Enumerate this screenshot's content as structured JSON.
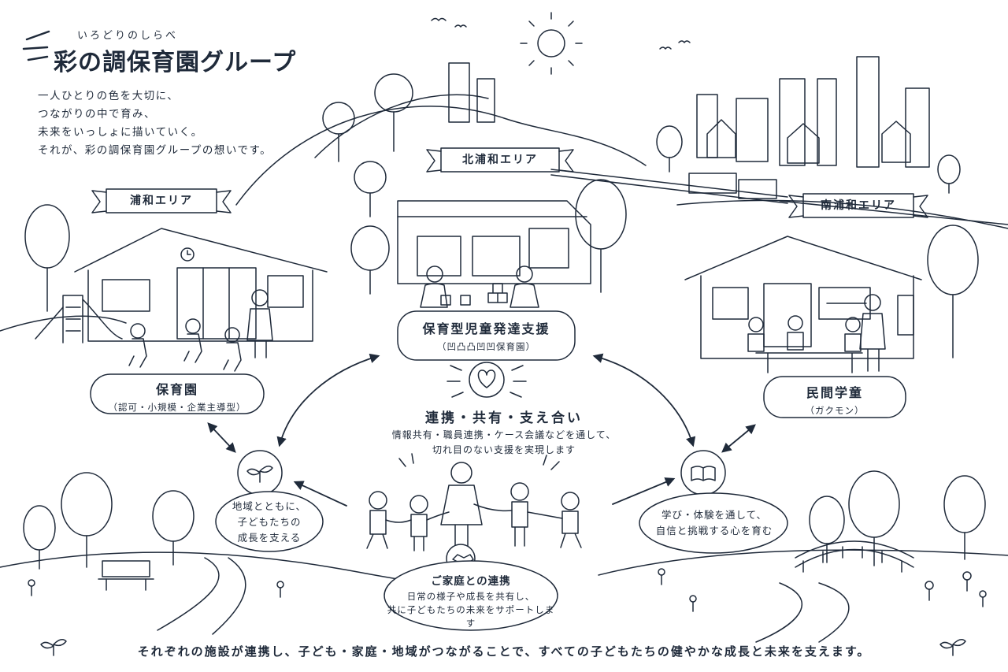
{
  "header": {
    "ruby": "いろどりのしらべ",
    "title": "彩の調保育園グループ",
    "tagline": [
      "一人ひとりの色を大切に、",
      "つながりの中で育み、",
      "未来をいっしょに描いていく。",
      "それが、彩の調保育園グループの想いです。"
    ]
  },
  "areas": {
    "urawa": "浦和エリア",
    "kita_urawa": "北浦和エリア",
    "minami_urawa": "南浦和エリア"
  },
  "facilities": {
    "nursery": {
      "name": "保育園",
      "sub": "（認可・小規模・企業主導型）"
    },
    "development": {
      "name": "保育型児童発達支援",
      "sub": "（凹凸凸凹凹保育園）"
    },
    "afterschool": {
      "name": "民間学童",
      "sub": "（ガクモン）"
    }
  },
  "center": {
    "title": "連携・共有・支え合い",
    "lines": [
      "情報共有・職員連携・ケース会議などを通して、",
      "切れ目のない支援を実現します"
    ]
  },
  "community": {
    "lines": [
      "地域とともに、",
      "子どもたちの",
      "成長を支える"
    ]
  },
  "learning": {
    "lines": [
      "学び・体験を通して、",
      "自信と挑戦する心を育む"
    ]
  },
  "family": {
    "title": "ご家庭との連携",
    "lines": [
      "日常の様子や成長を共有し、",
      "共に子どもたちの未来をサポートします"
    ]
  },
  "footer": "それぞれの施設が連携し、子ども・家庭・地域がつながることで、すべての子どもたちの健やかな成長と未来を支えます。",
  "icons": [
    "sprout-icon",
    "heart-icon",
    "book-icon",
    "handshake-icon",
    "sun-icon"
  ],
  "colors": {
    "ink": "#1f2a3a",
    "background": "#ffffff"
  }
}
